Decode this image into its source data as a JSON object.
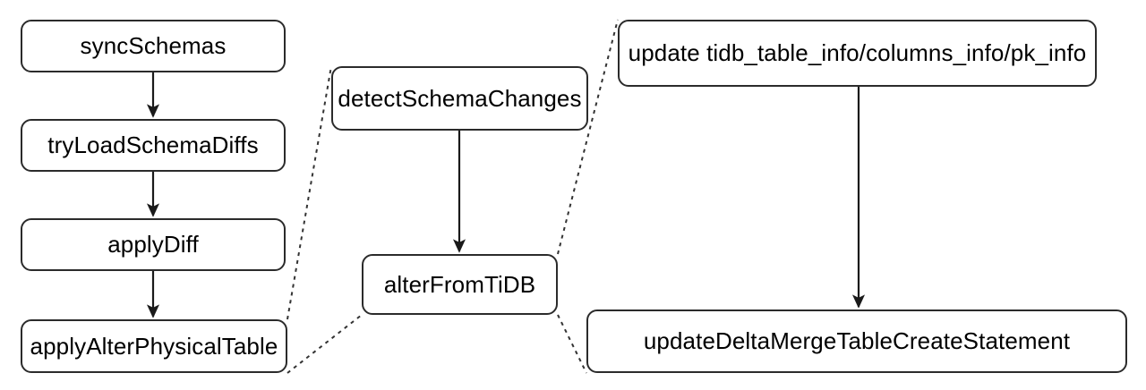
{
  "diagram": {
    "type": "flowchart",
    "title": "",
    "background_color": "#ffffff",
    "node_stroke_color": "#2b2b2b",
    "node_fill_color": "#ffffff",
    "edge_color": "#1a1a1a",
    "zoom_link_color": "#333333",
    "nodes": [
      {
        "id": "syncSchemas",
        "label": "syncSchemas",
        "column": 1
      },
      {
        "id": "tryLoadSchemaDiffs",
        "label": "tryLoadSchemaDiffs",
        "column": 1
      },
      {
        "id": "applyDiff",
        "label": "applyDiff",
        "column": 1
      },
      {
        "id": "applyAlterPhysicalTable",
        "label": "applyAlterPhysicalTable",
        "column": 1
      },
      {
        "id": "detectSchemaChanges",
        "label": "detectSchemaChanges",
        "column": 2
      },
      {
        "id": "alterFromTiDB",
        "label": "alterFromTiDB",
        "column": 2
      },
      {
        "id": "updateTidbTableInfo",
        "label": "update tidb_table_info/columns_info/pk_info",
        "column": 3
      },
      {
        "id": "updateDeltaMerge",
        "label": "updateDeltaMergeTableCreateStatement",
        "column": 3
      }
    ],
    "edges": [
      {
        "from": "syncSchemas",
        "to": "tryLoadSchemaDiffs",
        "style": "solid-arrow"
      },
      {
        "from": "tryLoadSchemaDiffs",
        "to": "applyDiff",
        "style": "solid-arrow"
      },
      {
        "from": "applyDiff",
        "to": "applyAlterPhysicalTable",
        "style": "solid-arrow"
      },
      {
        "from": "detectSchemaChanges",
        "to": "alterFromTiDB",
        "style": "solid-arrow"
      },
      {
        "from": "updateTidbTableInfo",
        "to": "updateDeltaMerge",
        "style": "solid-arrow"
      }
    ],
    "zoom_links": [
      {
        "from": "applyAlterPhysicalTable",
        "to": "column-2-group",
        "style": "dashed"
      },
      {
        "from": "alterFromTiDB",
        "to": "column-3-group",
        "style": "dashed"
      }
    ]
  }
}
